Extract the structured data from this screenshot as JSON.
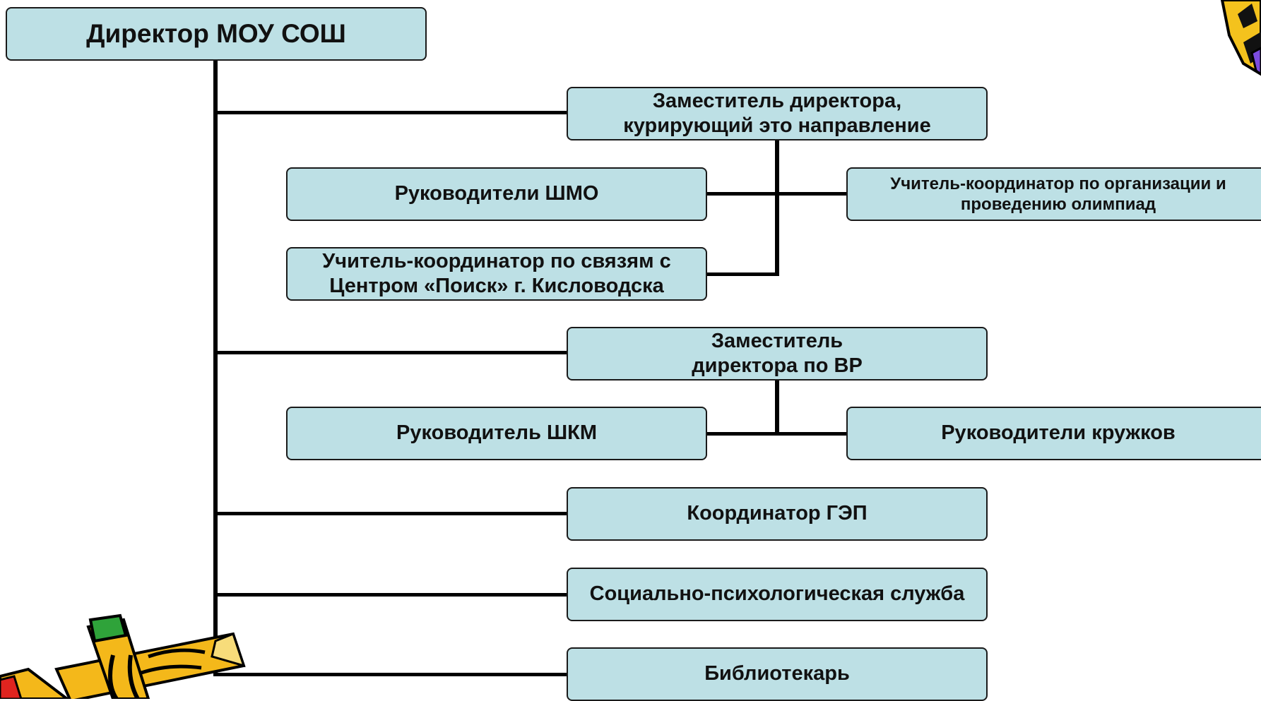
{
  "diagram": {
    "director": "Директор МОУ СОШ",
    "deputy_research": "Заместитель  директора,\nкурирующий это направление",
    "heads_shmo": "Руководители ШМО",
    "olympiad_coordinator": "Учитель-координатор по организации и\nпроведению олимпиад",
    "poisk_coordinator": "Учитель-координатор по связям с\nЦентром «Поиск» г.  Кисловодска",
    "deputy_vr": "Заместитель\nдиректора  по ВР",
    "head_shkm": "Руководитель ШКМ",
    "club_heads": "Руководители кружков",
    "gep_coordinator": "Координатор ГЭП",
    "social_psych_service": "Социально-психологическая служба",
    "librarian": "Библиотекарь"
  },
  "colors": {
    "box_fill": "#bde0e5",
    "box_border": "#1a1a1a",
    "connector": "#000000"
  },
  "decorations": {
    "top_right": "pencil-clipart-icon",
    "bottom_left": "pencil-clipart-icon"
  }
}
